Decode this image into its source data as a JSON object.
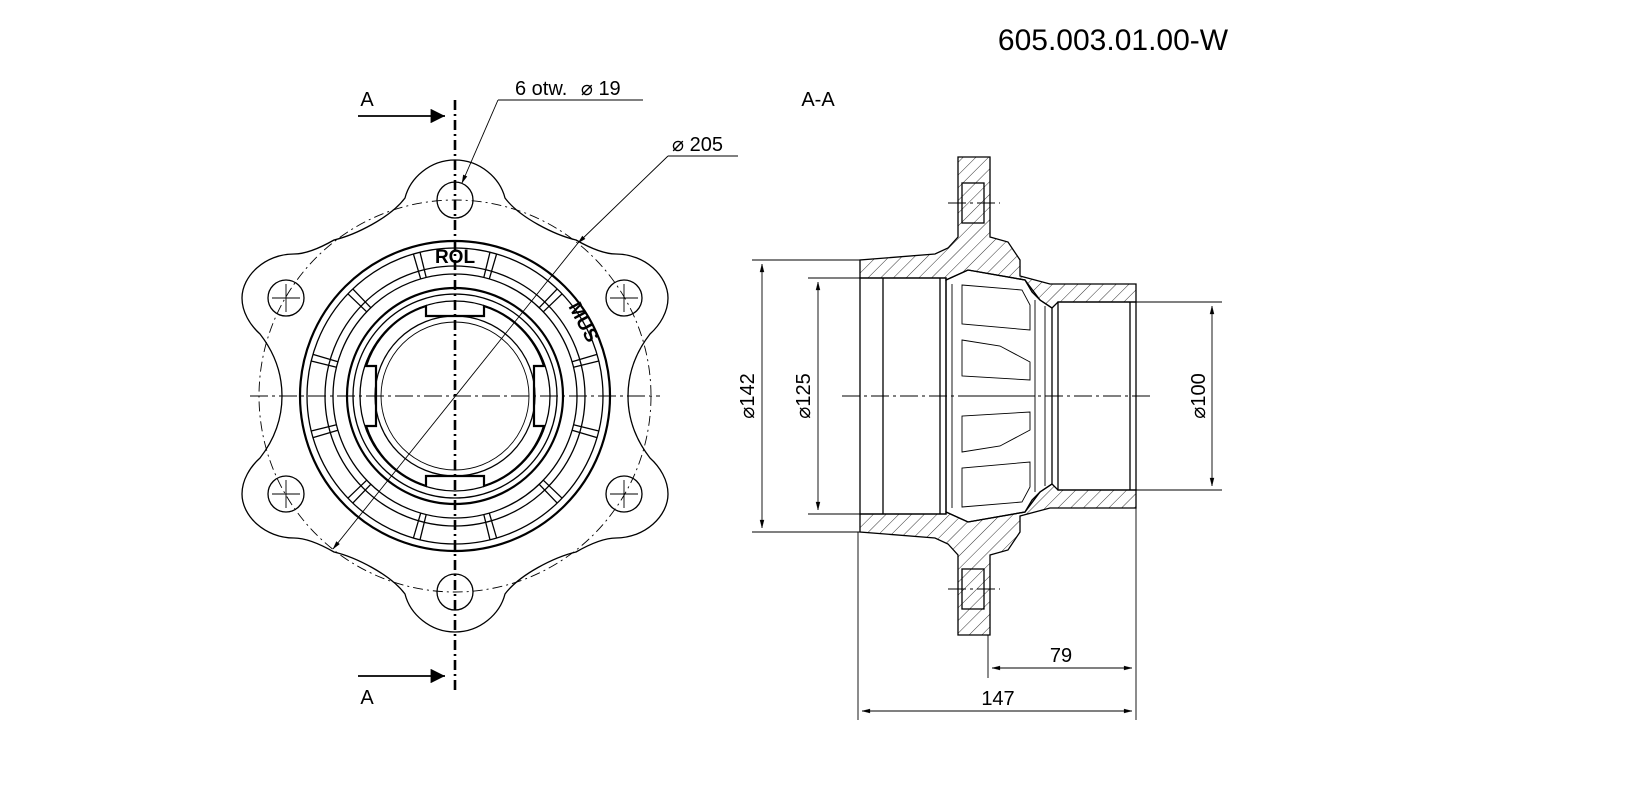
{
  "drawing_number": "605.003.01.00-W",
  "section_label": "A-A",
  "section_arrows": {
    "top": "A",
    "bottom": "A"
  },
  "front_view": {
    "holes_note": {
      "count_text": "6 otw.",
      "diameter": "19"
    },
    "bolt_circle": {
      "diameter": "205"
    },
    "cast_marks": [
      "ROL",
      "MUS"
    ]
  },
  "section_view": {
    "dim_outer": "142",
    "dim_bore": "125",
    "dim_small": "100",
    "dim_length_partial": "79",
    "dim_length_total": "147"
  },
  "diameter_symbol": "⌀"
}
